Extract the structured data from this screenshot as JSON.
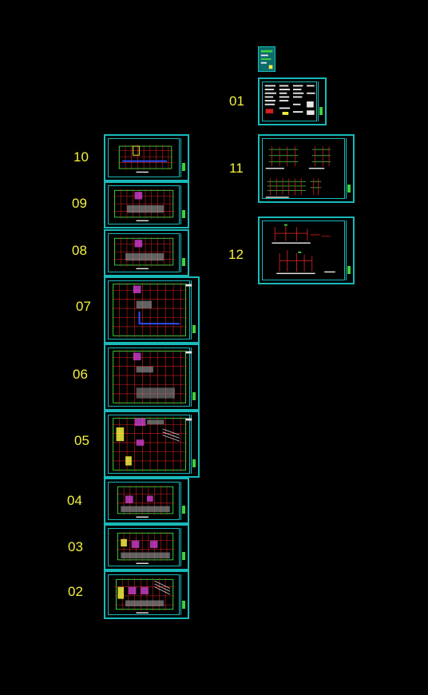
{
  "sheets": [
    {
      "id": "01",
      "label": "01"
    },
    {
      "id": "02",
      "label": "02"
    },
    {
      "id": "03",
      "label": "03"
    },
    {
      "id": "04",
      "label": "04"
    },
    {
      "id": "05",
      "label": "05"
    },
    {
      "id": "06",
      "label": "06"
    },
    {
      "id": "07",
      "label": "07"
    },
    {
      "id": "08",
      "label": "08"
    },
    {
      "id": "09",
      "label": "09"
    },
    {
      "id": "10",
      "label": "10"
    },
    {
      "id": "11",
      "label": "11"
    },
    {
      "id": "12",
      "label": "12"
    }
  ],
  "colors": {
    "background": "#000000",
    "border": "#19b9b9",
    "label": "#f4f040",
    "grid_red": "#d02020",
    "wall_green": "#3fd13f",
    "accent_magenta": "#d040d0",
    "accent_blue": "#3050ff",
    "white": "#e8e8e8"
  }
}
